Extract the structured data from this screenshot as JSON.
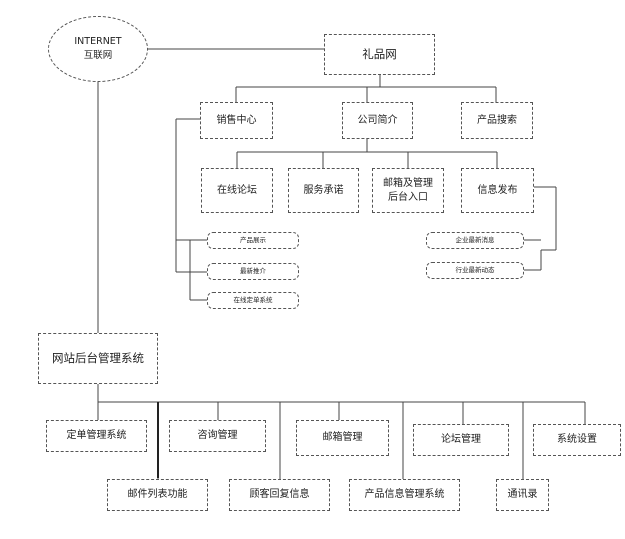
{
  "diagram": {
    "internet": {
      "line1": "INTERNET",
      "line2": "互联网"
    },
    "root": "礼品网",
    "level1": [
      "销售中心",
      "公司简介",
      "产品搜索"
    ],
    "level2": [
      "在线论坛",
      "服务承诺",
      "邮箱及管理",
      "后台入口",
      "信息发布"
    ],
    "sales_sub": [
      "产品展示",
      "最新推介",
      "在线定单系统"
    ],
    "info_sub": [
      "企业最新消息",
      "行业最新动态"
    ],
    "admin": "网站后台管理系统",
    "admin_top": [
      "定单管理系统",
      "咨询管理",
      "邮箱管理",
      "论坛管理",
      "系统设置"
    ],
    "admin_bottom": [
      "邮件列表功能",
      "顾客回复信息",
      "产品信息管理系统",
      "通讯录"
    ]
  }
}
